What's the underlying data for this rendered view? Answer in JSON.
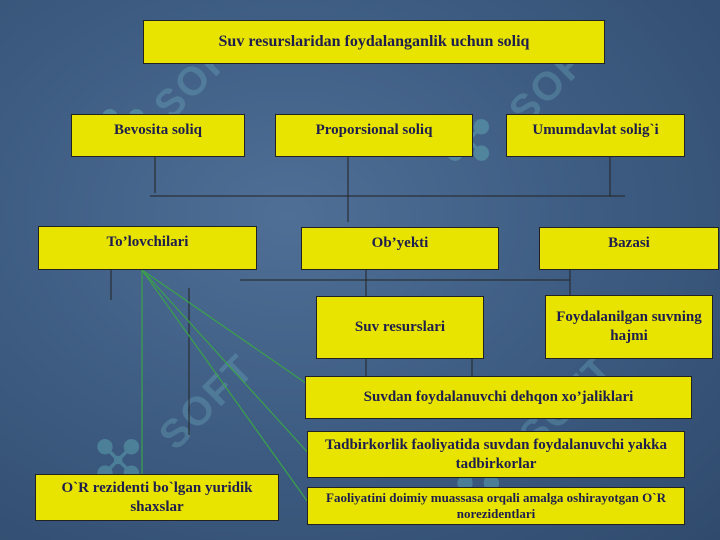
{
  "title": "Suv resurslaridan foydalanganlik uchun soliq",
  "row1": {
    "bevosita": "Bevosita soliq",
    "proporsional": "Proporsional soliq",
    "umumdavlat": "Umumdavlat solig`i"
  },
  "row2": {
    "tolovchilari": "To’lovchilari",
    "obyekti": "Ob’yekti",
    "bazasi": "Bazasi"
  },
  "row3": {
    "suv_resurslari": "Suv resurslari",
    "foydalanilgan": "Foydalanilgan suvning hajmi"
  },
  "payers": {
    "dehqon": "Suvdan foydalanuvchi dehqon xo’jaliklari",
    "tadbirkor": "Tadbirkorlik faoliyatida suvdan foydalanuvchi yakka tadbirkorlar",
    "rezident": "O`R rezidenti bo`lgan yuridik shaxslar",
    "norezident": "Faoliyatini doimiy muassasa orqali amalga oshirayotgan O`R norezidentlari"
  },
  "watermark": "SOFT",
  "colors": {
    "box_fill": "#e8e400",
    "text": "#1e1e4e",
    "connector": "#222222",
    "arrow": "#3aa24a"
  }
}
